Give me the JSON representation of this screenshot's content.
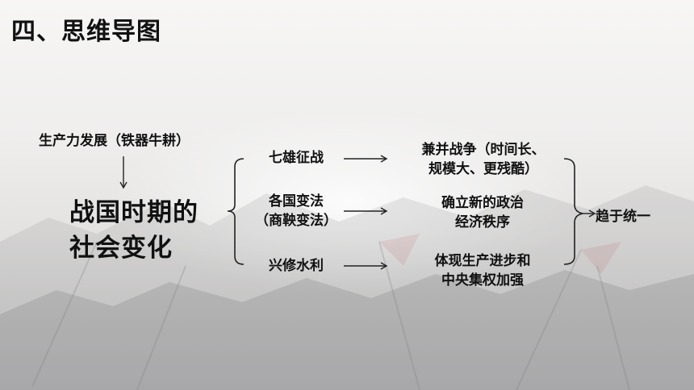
{
  "title": "四、思维导图",
  "cause": "生产力发展（铁器牛耕）",
  "core": {
    "line1": "战国时期的",
    "line2": "社会变化"
  },
  "events": [
    {
      "lines": [
        "七雄征战"
      ]
    },
    {
      "lines": [
        "各国变法",
        "（商鞅变法）"
      ]
    },
    {
      "lines": [
        "兴修水利"
      ]
    }
  ],
  "results": [
    {
      "lines": [
        "兼并战争（时间长、",
        "规模大、更残酷）"
      ]
    },
    {
      "lines": [
        "确立新的政治",
        "经济秩序"
      ]
    },
    {
      "lines": [
        "体现生产进步和",
        "中央集权加强"
      ]
    }
  ],
  "outcome": "趋于统一"
}
